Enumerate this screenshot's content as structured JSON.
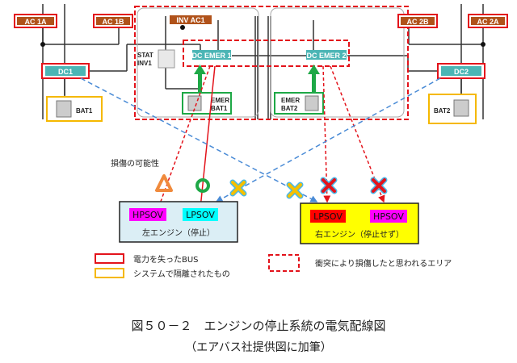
{
  "diagram": {
    "buses": {
      "ac1a": "AC 1A",
      "ac1b": "AC 1B",
      "ac2b": "AC 2B",
      "ac2a": "AC 2A",
      "inv_ac1": "INV AC1",
      "dc1": "DC1",
      "dc2": "DC2",
      "dc_emer1": "DC EMER 1",
      "dc_emer2": "DC EMER 2"
    },
    "components": {
      "stat_inv_line1": "STAT",
      "stat_inv_line2": "INV1",
      "bat1": "BAT1",
      "bat2": "BAT2",
      "emer_bat1_line1": "EMER",
      "emer_bat1_line2": "BAT1",
      "emer_bat2_line1": "EMER",
      "emer_bat2_line2": "BAT2"
    },
    "possible_damage_label": "損傷の可能性",
    "left_engine": {
      "valve1": "HPSOV",
      "valve2": "LPSOV",
      "caption": "左エンジン（停止）"
    },
    "right_engine": {
      "valve1": "LPSOV",
      "valve2": "HPSOV",
      "caption": "右エンジン（停止せず）"
    },
    "legend": {
      "lost_power": "電力を失ったBUS",
      "isolated": "システムで隔離されたもの",
      "damaged_area": "衝突により損傷したと思われるエリア"
    },
    "colors": {
      "lost_power": "#e3131b",
      "isolated": "#f5b800",
      "ac_bus": "#b0521a",
      "dc_bus": "#4bb5b5",
      "emer_bat": "#1ea846",
      "isolated_link": "#4a8bd6",
      "hpsov": "#ff00ff",
      "lpsov_left": "#00ffff",
      "lpsov_right": "#ff0000",
      "right_engine_bg": "#ffff00",
      "left_engine_bg": "#dbeef5"
    }
  },
  "caption": {
    "title": "図５０－２　エンジンの停止系統の電気配線図",
    "subtitle": "（エアバス社提供図に加筆）"
  }
}
